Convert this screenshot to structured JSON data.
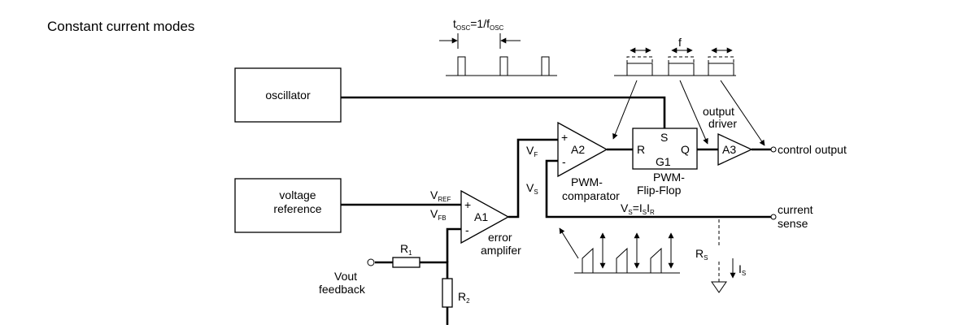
{
  "title": "Constant current modes",
  "blocks": {
    "oscillator": "oscillator",
    "voltage_reference": [
      "voltage",
      "reference"
    ],
    "flip_flop": {
      "name": "G1",
      "s": "S",
      "r": "R",
      "q": "Q",
      "caption": [
        "PWM-",
        "Flip-Flop"
      ]
    },
    "comparator": {
      "name": "A2",
      "plus": "+",
      "minus": "-",
      "caption": [
        "PWM-",
        "comparator"
      ]
    },
    "error_amp": {
      "name": "A1",
      "plus": "+",
      "minus": "-",
      "caption": [
        "error",
        "amplifer"
      ]
    },
    "output_driver": {
      "name": "A3",
      "caption": [
        "output",
        "driver"
      ]
    }
  },
  "signals": {
    "vref": {
      "main": "V",
      "sub": "REF"
    },
    "vfb": {
      "main": "V",
      "sub": "FB"
    },
    "vf": {
      "main": "V",
      "sub": "F"
    },
    "vs": {
      "main": "V",
      "sub": "S"
    },
    "vs_eq": {
      "v": "V",
      "v_sub": "S",
      "eq": "=I",
      "i_sub": "S",
      "tail": "I",
      "r_sub": "R"
    },
    "tosc": {
      "t": "t",
      "t_sub": "OSC",
      "eq": "=1/f",
      "f_sub": "OSC"
    },
    "f": "f"
  },
  "components": {
    "r1": {
      "main": "R",
      "sub": "1"
    },
    "r2": {
      "main": "R",
      "sub": "2"
    },
    "rs": {
      "main": "R",
      "sub": "S"
    },
    "is": {
      "main": "I",
      "sub": "S"
    }
  },
  "terminals": {
    "control_output": "control output",
    "current_sense": [
      "current",
      "sense"
    ],
    "vout_feedback": [
      "Vout",
      "feedback"
    ]
  }
}
